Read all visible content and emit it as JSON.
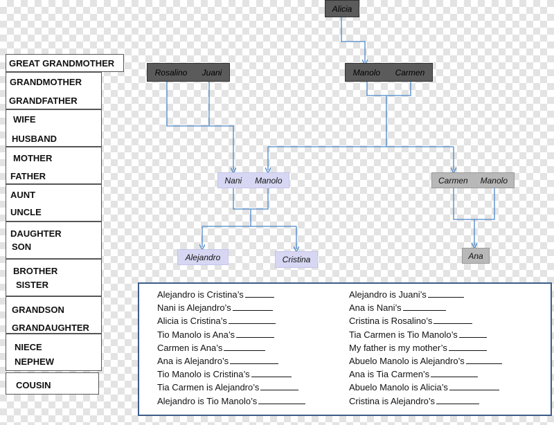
{
  "tree": {
    "alicia": "Alicia",
    "rosalino": "Rosalino",
    "juani": "Juani",
    "manolo_top": "Manolo",
    "carmen_top": "Carmen",
    "nani": "Nani",
    "manolo_mid": "Manolo",
    "carmen_right": "Carmen",
    "manolo_right": "Manolo",
    "alejandro": "Alejandro",
    "cristina": "Cristina",
    "ana": "Ana"
  },
  "legend": {
    "great_grandmother": "GREAT GRANDMOTHER",
    "grandmother": "GRANDMOTHER",
    "grandfather": "GRANDFATHER",
    "wife": "WIFE",
    "husband": "HUSBAND",
    "mother": "MOTHER",
    "father": "FATHER",
    "aunt": "AUNT",
    "uncle": "UNCLE",
    "daughter": "DAUGHTER",
    "son": "SON",
    "brother": "BROTHER",
    "sister": "SISTER",
    "grandson": "GRANDSON",
    "granddaughter": "GRANDAUGHTER",
    "niece": "NIECE",
    "nephew": "NEPHEW",
    "cousin": "COUSIN"
  },
  "worksheet": {
    "left": [
      "Alejandro is Cristina’s",
      "Nani is Alejandro’s",
      "Alicia is Cristina’s",
      "Tio Manolo is Ana’s",
      "Carmen is  Ana’s",
      "Ana is Alejandro’s",
      "Tio Manolo is Cristina’s",
      "Tia Carmen is Alejandro’s",
      "Alejandro is Tio Manolo’s"
    ],
    "right": [
      "Alejandro is Juani’s",
      "Ana is Nani’s",
      "Cristina is  Rosalino’s",
      "Tia Carmen is  Tio Manolo’s",
      "My father is my mother’s",
      "Abuelo Manolo is Alejandro’s",
      "Ana is Tia Carmen’s",
      "Abuelo Manolo is Alicia’s",
      "Cristina is Alejandro’s"
    ]
  }
}
